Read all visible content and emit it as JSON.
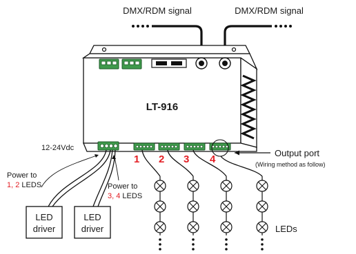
{
  "signals": {
    "left": "DMX/RDM signal",
    "right": "DMX/RDM signal"
  },
  "device": {
    "model": "LT-916"
  },
  "power": {
    "voltage": "12-24Vdc"
  },
  "output_port": {
    "title": "Output port",
    "note": "(Wiring method as follow)"
  },
  "ports": [
    "1",
    "2",
    "3",
    "4"
  ],
  "power_notes": [
    {
      "line1": "Power to",
      "ports": "1, 2",
      "suffix": " LEDS"
    },
    {
      "line1": "Power to",
      "ports": "3, 4",
      "suffix": " LEDS"
    }
  ],
  "drivers": [
    {
      "line1": "LED",
      "line2": "driver"
    },
    {
      "line1": "LED",
      "line2": "driver"
    }
  ],
  "leds_label": "LEDs",
  "colors": {
    "accent": "#e31e24",
    "terminal": "#3f9a4c",
    "ink": "#111111"
  }
}
